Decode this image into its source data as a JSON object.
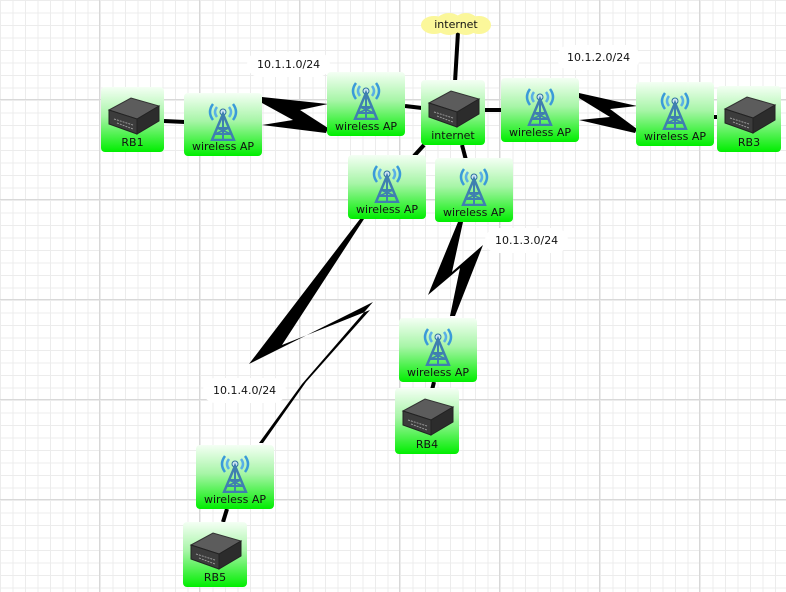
{
  "diagram": {
    "cloud": {
      "label": "internet",
      "color": "#fbf79a"
    },
    "colors": {
      "node_top": "#f4fff4",
      "node_bottom": "#00ee00",
      "link": "#000000",
      "grid_minor": "#ececec",
      "grid_major": "#d8d8d8"
    },
    "nodes": [
      {
        "id": "rb1",
        "type": "router",
        "label": "RB1"
      },
      {
        "id": "ap1a",
        "type": "wireless-ap",
        "label": "wireless AP"
      },
      {
        "id": "ap1b",
        "type": "wireless-ap",
        "label": "wireless AP"
      },
      {
        "id": "inet",
        "type": "router",
        "label": "internet"
      },
      {
        "id": "ap2a",
        "type": "wireless-ap",
        "label": "wireless AP"
      },
      {
        "id": "ap2b",
        "type": "wireless-ap",
        "label": "wireless AP"
      },
      {
        "id": "rb3",
        "type": "router",
        "label": "RB3"
      },
      {
        "id": "ap4a",
        "type": "wireless-ap",
        "label": "wireless AP"
      },
      {
        "id": "ap3a",
        "type": "wireless-ap",
        "label": "wireless AP"
      },
      {
        "id": "ap3b",
        "type": "wireless-ap",
        "label": "wireless AP"
      },
      {
        "id": "rb4",
        "type": "router",
        "label": "RB4"
      },
      {
        "id": "ap4b",
        "type": "wireless-ap",
        "label": "wireless AP"
      },
      {
        "id": "rb5",
        "type": "router",
        "label": "RB5"
      }
    ],
    "networks": [
      {
        "label": "10.1.1.0/24"
      },
      {
        "label": "10.1.2.0/24"
      },
      {
        "label": "10.1.3.0/24"
      },
      {
        "label": "10.1.4.0/24"
      }
    ],
    "links": [
      {
        "from": "cloud",
        "to": "inet",
        "kind": "wired"
      },
      {
        "from": "rb1",
        "to": "ap1a",
        "kind": "wired"
      },
      {
        "from": "ap1a",
        "to": "ap1b",
        "kind": "wireless",
        "network": "10.1.1.0/24"
      },
      {
        "from": "ap1b",
        "to": "inet",
        "kind": "wired"
      },
      {
        "from": "inet",
        "to": "ap2a",
        "kind": "wired"
      },
      {
        "from": "ap2a",
        "to": "ap2b",
        "kind": "wireless",
        "network": "10.1.2.0/24"
      },
      {
        "from": "ap2b",
        "to": "rb3",
        "kind": "wired"
      },
      {
        "from": "inet",
        "to": "ap4a",
        "kind": "wired"
      },
      {
        "from": "inet",
        "to": "ap3a",
        "kind": "wired"
      },
      {
        "from": "ap3a",
        "to": "ap3b",
        "kind": "wireless",
        "network": "10.1.3.0/24"
      },
      {
        "from": "ap3b",
        "to": "rb4",
        "kind": "wired"
      },
      {
        "from": "ap4a",
        "to": "ap4b",
        "kind": "wireless",
        "network": "10.1.4.0/24"
      },
      {
        "from": "ap4b",
        "to": "rb5",
        "kind": "wired"
      }
    ]
  }
}
